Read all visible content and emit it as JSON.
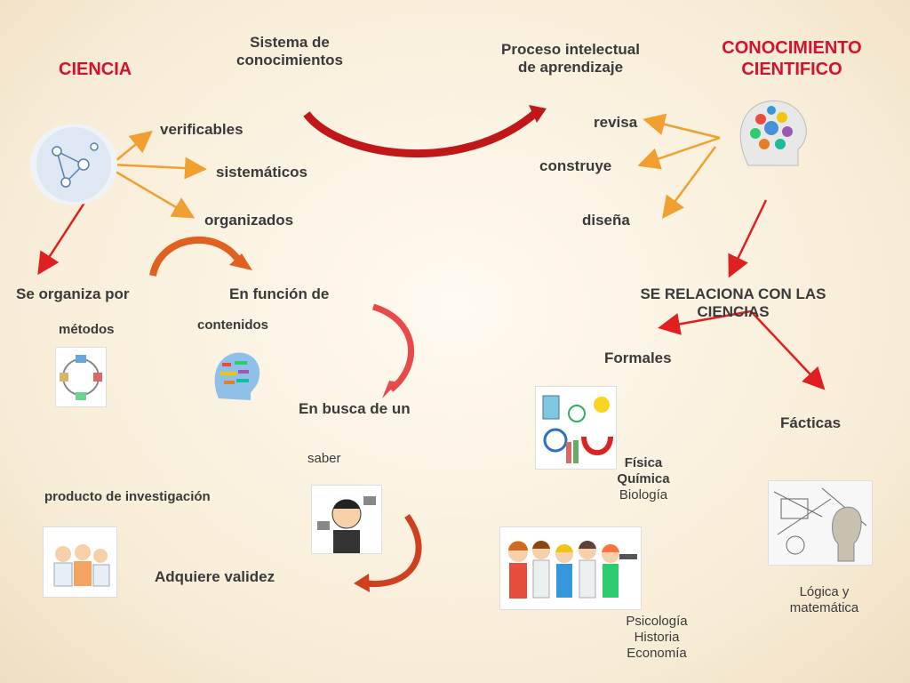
{
  "colors": {
    "title_red": "#d2122e",
    "arrow_orange": "#f0a030",
    "arrow_red": "#e02020",
    "text": "#3a3a3a"
  },
  "ciencia": {
    "title": "CIENCIA",
    "props": [
      "verificables",
      "sistemáticos",
      "organizados"
    ],
    "organiza": "Se organiza  por",
    "metodos": "métodos",
    "funcion": "En función de",
    "contenidos": "contenidos",
    "busca": "En busca de  un",
    "saber": "saber",
    "producto": "producto de investigación",
    "validez": "Adquiere validez"
  },
  "sistema": {
    "line1": "Sistema de",
    "line2": "conocimientos"
  },
  "proceso": {
    "line1": "Proceso intelectual",
    "line2": "de aprendizaje"
  },
  "conocimiento": {
    "line1": "CONOCIMIENTO",
    "line2": "CIENTIFICO",
    "actions": [
      "revisa",
      "construye",
      "diseña"
    ],
    "relaciona": "SE RELACIONA CON  LAS CIENCIAS",
    "formales": "Formales",
    "facticas": "Fácticas",
    "natural": [
      "Física",
      "Química",
      "Biología"
    ],
    "sociales": [
      "Psicología",
      "Historia",
      "Economía"
    ],
    "logica": [
      "Lógica y",
      "matemática"
    ]
  },
  "icons": [
    "science-network-icon",
    "brain-icon",
    "methods-cycle-icon",
    "word-cloud-head-icon",
    "stressed-student-icon",
    "scientists-icon",
    "lab-items-icon",
    "children-group-icon",
    "philosopher-bust-icon"
  ]
}
